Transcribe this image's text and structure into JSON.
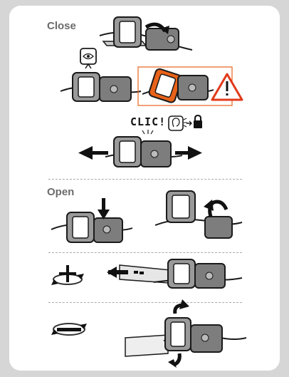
{
  "sections": {
    "close_label": "Close",
    "open_label": "Open"
  },
  "callouts": {
    "clic_text": "CLIC!"
  },
  "icons": [
    "eye-check-icon",
    "warning-icon",
    "ear-icon",
    "lock-icon",
    "rotate-tighten-icon",
    "rotate-loosen-icon",
    "arrow-left-icon",
    "arrow-right-icon"
  ],
  "colors": {
    "accent_orange": "#e8621a",
    "warning_red": "#e03a1a",
    "strap_gray": "#bdbdbd",
    "outline": "#1a1a1a"
  }
}
